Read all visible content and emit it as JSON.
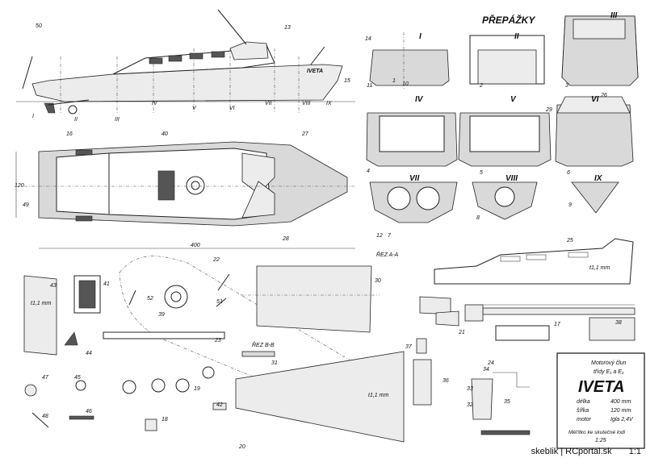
{
  "sheet": {
    "title": "PŘEPÁŽKY",
    "bulkheads": [
      "I",
      "II",
      "III",
      "IV",
      "V",
      "VI",
      "VII",
      "VIII",
      "IX"
    ],
    "hull_name": "IVETA",
    "hull_section_marks": [
      "I",
      "II",
      "III",
      "IV",
      "V",
      "VI",
      "VII",
      "VIII",
      "IX"
    ],
    "deck_width_label": "120",
    "overall_length_label": "400",
    "section_cut_aa": "ŘEZ A-A",
    "section_cut_bb": "ŘEZ B-B",
    "thickness_labels": [
      "t1,1 mm",
      "t1,1 mm",
      "t1,1 mm"
    ],
    "part_numbers": [
      "1",
      "2",
      "3",
      "4",
      "5",
      "6",
      "7",
      "8",
      "9",
      "10",
      "11",
      "12",
      "13",
      "14",
      "15",
      "16",
      "17",
      "18",
      "19",
      "20",
      "21",
      "22",
      "23",
      "24",
      "25",
      "26",
      "27",
      "28",
      "29",
      "30",
      "31",
      "32",
      "33",
      "34",
      "35",
      "36",
      "37",
      "38",
      "39",
      "40",
      "41",
      "42",
      "43",
      "44",
      "45",
      "46",
      "47",
      "48",
      "49",
      "50",
      "51",
      "52"
    ]
  },
  "info_box": {
    "line1": "Motorový člun",
    "line2": "třídy E₁ a E₂",
    "name": "IVETA",
    "specs": [
      {
        "label": "délka",
        "value": "400 mm"
      },
      {
        "label": "šířka",
        "value": "120 mm"
      },
      {
        "label": "motor",
        "value": "Igla 2,4V"
      }
    ],
    "scale_note": "Měřítko ke skutečné lodi",
    "scale_value": "1:25"
  },
  "footer": {
    "credit": "skeblik | RCportal.sk",
    "scale": "1:1"
  }
}
